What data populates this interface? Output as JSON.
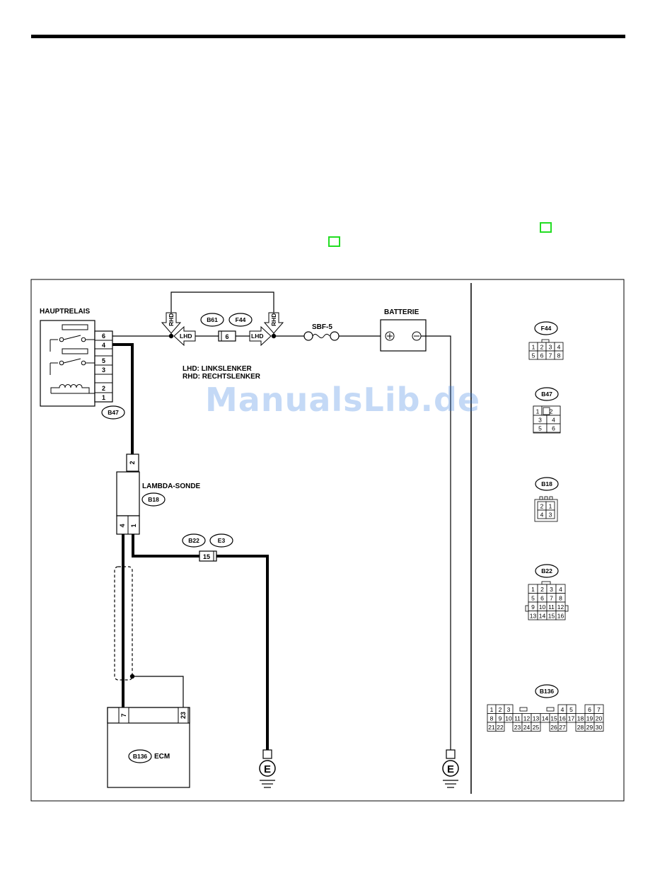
{
  "watermark": "ManualsLib.de",
  "labels": {
    "main_relay": "HAUPTRELAIS",
    "battery": "BATTERIE",
    "fuse": "SBF-5",
    "lambda_sensor": "LAMBDA-SONDE",
    "ecm": "ECM",
    "ground": "E",
    "legend_lhd": "LHD: LINKSLENKER",
    "legend_rhd": "RHD: RECHTSLENKER",
    "lhd": "LHD",
    "rhd": "RHD"
  },
  "connector_tags": {
    "b47": "B47",
    "b61": "B61",
    "f44": "F44",
    "b18": "B18",
    "b22": "B22",
    "e3": "E3",
    "b136": "B136"
  },
  "pins": {
    "relay": [
      "6",
      "4",
      "5",
      "3",
      "2",
      "1"
    ],
    "inline_f44": "6",
    "lambda_top": "2",
    "lambda_bottom": [
      "4",
      "1"
    ],
    "inline_b22": "15",
    "ecm": [
      "7",
      "23"
    ]
  },
  "connector_views": {
    "f44": {
      "tag": "F44",
      "rows": [
        [
          "1",
          "2",
          "3",
          "4"
        ],
        [
          "5",
          "6",
          "7",
          "8"
        ]
      ]
    },
    "b47": {
      "tag": "B47",
      "rows": [
        [
          "1",
          "",
          "2"
        ],
        [
          "3",
          "4"
        ],
        [
          "5",
          "6"
        ]
      ]
    },
    "b18": {
      "tag": "B18",
      "rows": [
        [
          "2",
          "1"
        ],
        [
          "4",
          "3"
        ]
      ]
    },
    "b22": {
      "tag": "B22",
      "rows": [
        [
          "1",
          "2",
          "3",
          "4"
        ],
        [
          "5",
          "6",
          "7",
          "8"
        ],
        [
          "9",
          "10",
          "11",
          "12"
        ],
        [
          "13",
          "14",
          "15",
          "16"
        ]
      ]
    },
    "b136": {
      "tag": "B136",
      "rows": [
        [
          "1",
          "2",
          "3",
          "",
          "",
          "",
          "",
          "",
          "4",
          "5",
          "",
          "6",
          "7"
        ],
        [
          "8",
          "9",
          "10",
          "11",
          "12",
          "13",
          "14",
          "15",
          "16",
          "17",
          "18",
          "19",
          "20"
        ],
        [
          "21",
          "22",
          "",
          "23",
          "24",
          "25",
          "",
          "26",
          "27",
          "",
          "28",
          "29",
          "30"
        ]
      ]
    }
  }
}
